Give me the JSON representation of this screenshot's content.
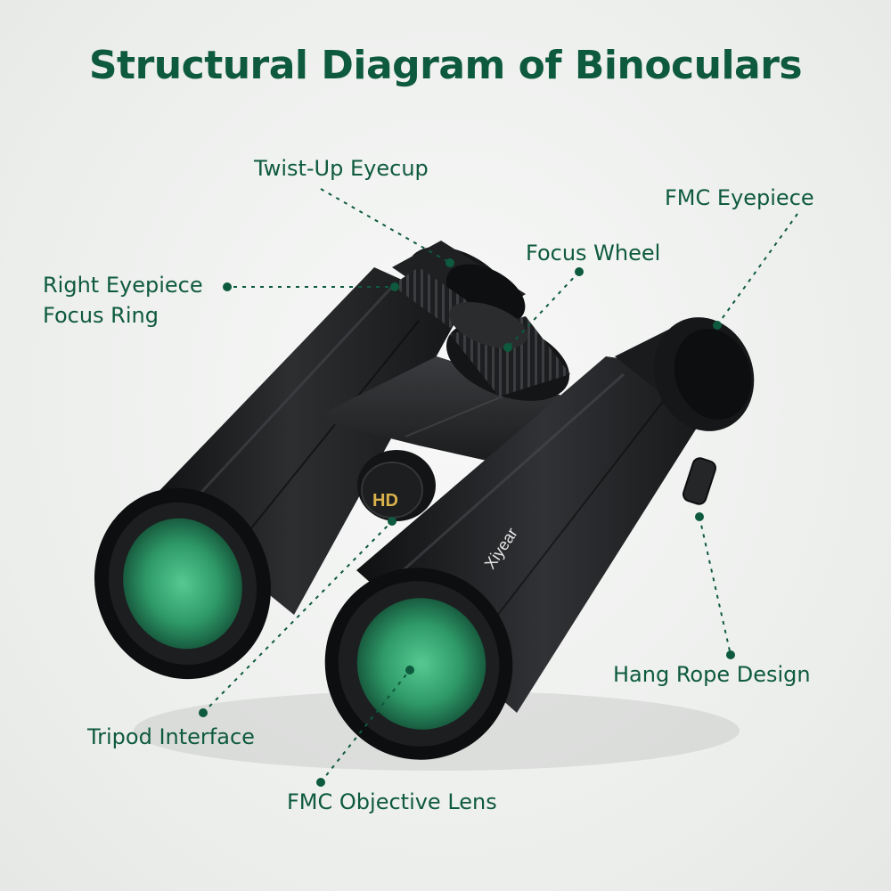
{
  "title": "Structural Diagram of Binoculars",
  "brand_text": "Xiyear",
  "badge_text": "HD",
  "labels": {
    "twist_up_eyecup": "Twist-Up Eyecup",
    "fmc_eyepiece": "FMC Eyepiece",
    "focus_wheel": "Focus Wheel",
    "right_eyepiece_line1": "Right Eyepiece",
    "right_eyepiece_line2": "Focus Ring",
    "hang_rope_design": "Hang Rope Design",
    "tripod_interface": "Tripod Interface",
    "fmc_objective_lens": "FMC Objective Lens"
  },
  "colors": {
    "accent": "#0e5a3e",
    "body": "#1c1d1e",
    "lens": "#2f9a68"
  }
}
